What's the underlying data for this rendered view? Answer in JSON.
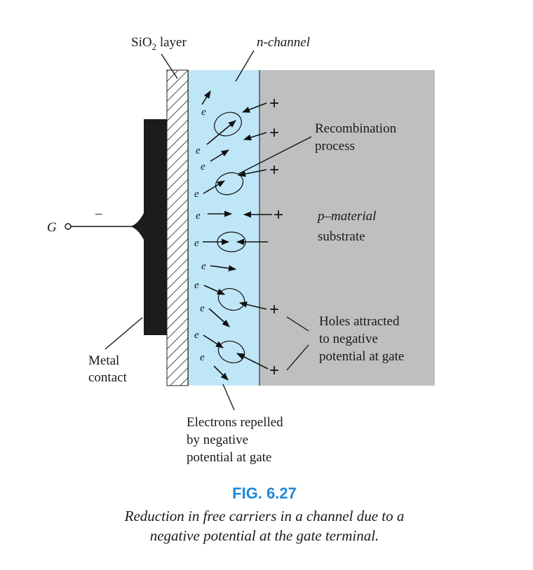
{
  "labels": {
    "sio2": "SiO",
    "sio2_sub": "2",
    "sio2_rest": " layer",
    "n_channel": "n-channel",
    "recombination_1": "Recombination",
    "recombination_2": "process",
    "p_material_1": "p–material",
    "p_material_2": "substrate",
    "holes_1": "Holes attracted",
    "holes_2": "to negative",
    "holes_3": "potential at gate",
    "metal_1": "Metal",
    "metal_2": "contact",
    "electrons_1": "Electrons repelled",
    "electrons_2": "by negative",
    "electrons_3": "potential at gate",
    "gate": "G",
    "minus": "–",
    "electron": "e",
    "hole": "+"
  },
  "caption": {
    "figure_number": "FIG. 6.27",
    "line1": "Reduction in free carriers in a channel due to a",
    "line2": "negative potential at the gate terminal."
  },
  "colors": {
    "channel": "#bfe6f7",
    "substrate": "#bebfc1",
    "metal": "#1c1c1c",
    "figure_number": "#1e88d9"
  }
}
